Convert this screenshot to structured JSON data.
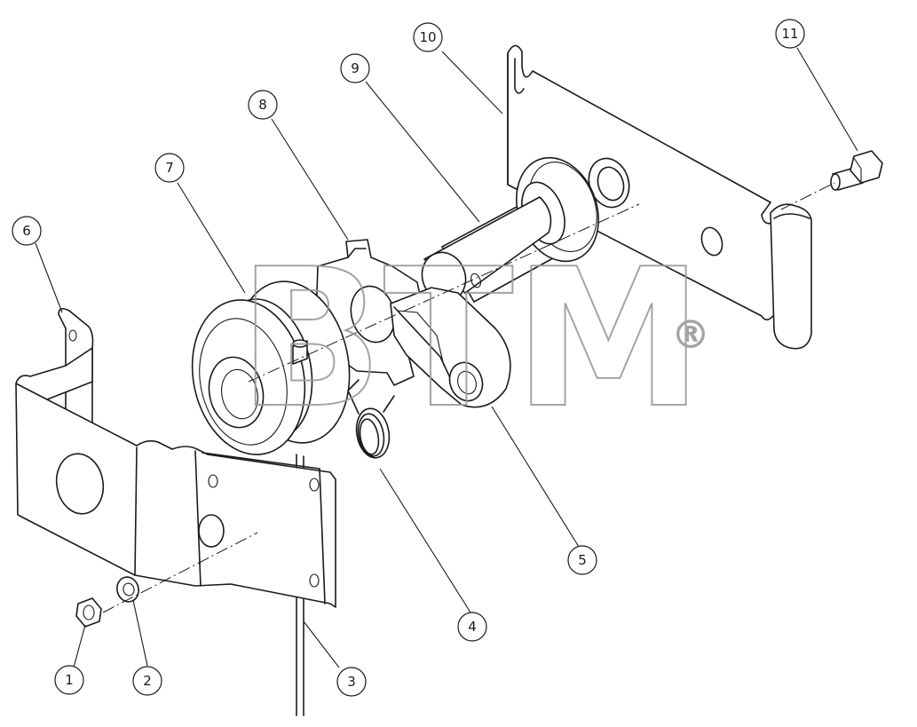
{
  "watermark": {
    "text": "BTM",
    "registered_mark": "®",
    "color": "#9a9a9a"
  },
  "parts": [
    {
      "number": "1",
      "part": "hex-nut"
    },
    {
      "number": "2",
      "part": "washer"
    },
    {
      "number": "3",
      "part": "cable"
    },
    {
      "number": "4",
      "part": "torsion-spring"
    },
    {
      "number": "5",
      "part": "lever-arm"
    },
    {
      "number": "6",
      "part": "mounting-bracket"
    },
    {
      "number": "7",
      "part": "pulley"
    },
    {
      "number": "8",
      "part": "cam-hub"
    },
    {
      "number": "9",
      "part": "shaft"
    },
    {
      "number": "10",
      "part": "mounting-plate"
    },
    {
      "number": "11",
      "part": "bolt"
    }
  ]
}
